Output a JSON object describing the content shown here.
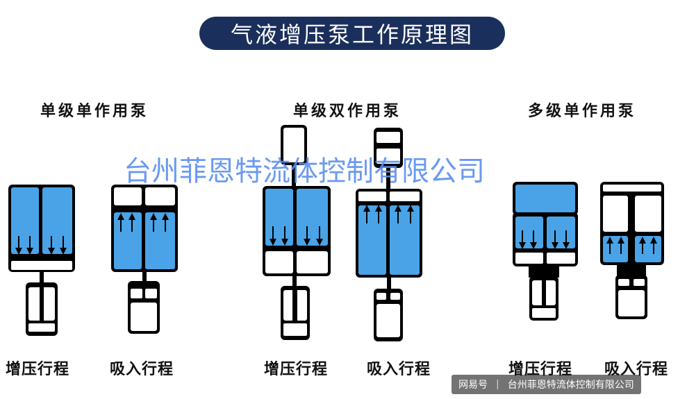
{
  "title": "气液增压泵工作原理图",
  "sections": {
    "single_single": "单级单作用泵",
    "single_double": "单级双作用泵",
    "multi_single": "多级单作用泵"
  },
  "strokes": {
    "boost": "增压行程",
    "suction": "吸入行程"
  },
  "watermark": "台州菲恩特流体控制有限公司",
  "footer": {
    "platform": "网易号",
    "separator": "|",
    "company": "台州菲恩特流体控制有限公司"
  },
  "colors": {
    "title_bg": "#1b2f5c",
    "air_blue": "#4aa3e6",
    "outline": "#000000",
    "watermark": "#5b8ff0"
  }
}
